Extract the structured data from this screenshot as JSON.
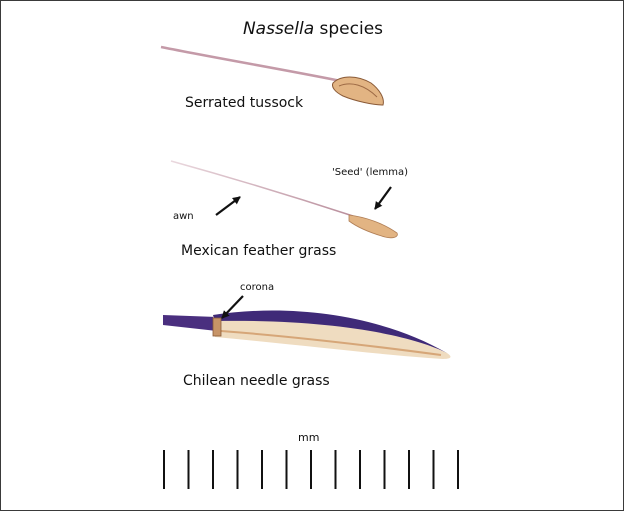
{
  "title": {
    "genus": "Nassella",
    "rest": " species"
  },
  "specimens": [
    {
      "name": "Serrated tussock"
    },
    {
      "name": "Mexican feather grass"
    },
    {
      "name": "Chilean needle grass"
    }
  ],
  "annotations": {
    "seed": "'Seed' (lemma)",
    "awn": "awn",
    "corona": "corona"
  },
  "scale": {
    "unit": "mm",
    "tick_count": 13
  },
  "colors": {
    "border": "#3a3a3a",
    "awn_pink": "#c49aa8",
    "lemma_tan": "#e2b483",
    "lemma_dark": "#8a5a37",
    "purple": "#3f2a78",
    "arrow": "#111111"
  }
}
